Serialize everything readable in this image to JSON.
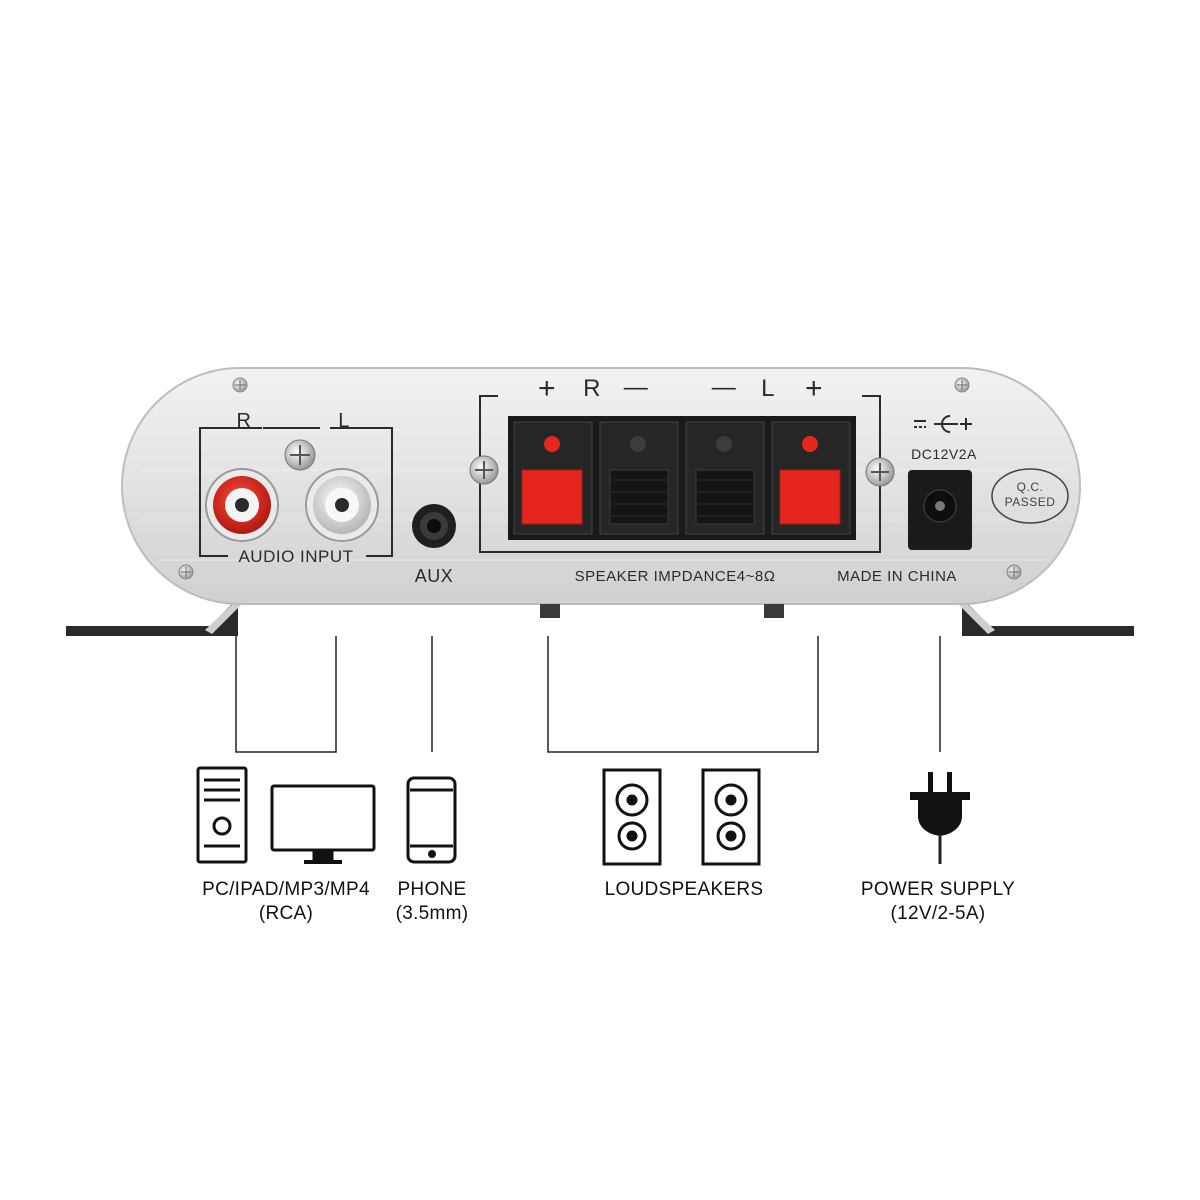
{
  "amplifier": {
    "channel_r": "R",
    "channel_l": "L",
    "audio_input_label": "AUDIO INPUT",
    "aux_label": "AUX",
    "speaker_polarity": [
      "+",
      "R",
      "—",
      "—",
      "L",
      "+"
    ],
    "speaker_impedance_label": "SPEAKER IMPDANCE4~8Ω",
    "dc_label": "DC12V2A",
    "qc_line1": "Q.C.",
    "qc_line2": "PASSED",
    "origin_label": "MADE IN CHINA"
  },
  "devices": [
    {
      "label_line1": "PC/IPAD/MP3/MP4",
      "label_line2": "(RCA)",
      "icons": [
        "pc-tower-icon",
        "monitor-icon"
      ]
    },
    {
      "label_line1": "PHONE",
      "label_line2": "(3.5mm)",
      "icons": [
        "smartphone-icon"
      ]
    },
    {
      "label_line1": "LOUDSPEAKERS",
      "label_line2": "",
      "icons": [
        "speaker-icon",
        "speaker-icon"
      ]
    },
    {
      "label_line1": "POWER SUPPLY",
      "label_line2": "(12V/2-5A)",
      "icons": [
        "power-plug-icon"
      ]
    }
  ],
  "colors": {
    "red_terminal": "#e5261f",
    "black_terminal": "#1c1c1c",
    "panel": "#e4e4e4",
    "line": "#222222"
  }
}
